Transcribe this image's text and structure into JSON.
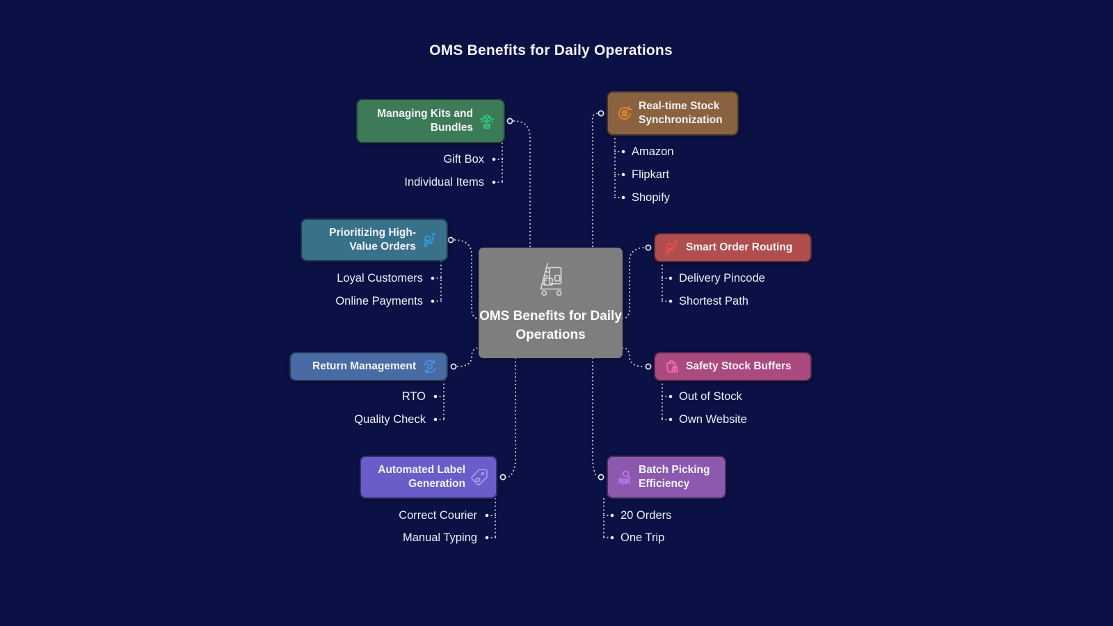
{
  "page": {
    "title": "OMS Benefits for Daily Operations",
    "background": "#0c1145",
    "connector_color": "#d8dce9"
  },
  "center": {
    "label": "OMS Benefits for Daily Operations",
    "icon": "delivery-cart-icon",
    "color": "#7e7e7e"
  },
  "branches": [
    {
      "id": "managing-kits",
      "side": "left",
      "label": "Managing Kits and Bundles",
      "icon": "package-cube-icon",
      "color": "#3d7a58",
      "icon_color": "#2fcf7f",
      "items": [
        "Gift Box",
        "Individual Items"
      ]
    },
    {
      "id": "prioritizing",
      "side": "left",
      "label": "Prioritizing High-Value Orders",
      "icon": "hand-truck-icon",
      "color": "#39708a",
      "icon_color": "#2b9fe0",
      "items": [
        "Loyal Customers",
        "Online Payments"
      ]
    },
    {
      "id": "return-management",
      "side": "left",
      "label": "Return Management",
      "icon": "return-sync-icon",
      "color": "#496ba3",
      "icon_color": "#4a90e8",
      "items": [
        "RTO",
        "Quality Check"
      ]
    },
    {
      "id": "label-generation",
      "side": "left",
      "label": "Automated Label Generation",
      "icon": "label-tag-icon",
      "color": "#6a5cc9",
      "icon_color": "#a79af2",
      "items": [
        "Correct Courier",
        "Manual Typing"
      ]
    },
    {
      "id": "realtime-stock",
      "side": "right",
      "label": "Real-time Stock Synchronization",
      "icon": "sync-store-icon",
      "color": "#8a6240",
      "icon_color": "#e8862b",
      "items": [
        "Amazon",
        "Flipkart",
        "Shopify"
      ]
    },
    {
      "id": "order-routing",
      "side": "right",
      "label": "Smart Order Routing",
      "icon": "hand-truck-icon",
      "color": "#b04e4e",
      "icon_color": "#e4504f",
      "items": [
        "Delivery Pincode",
        "Shortest Path"
      ]
    },
    {
      "id": "safety-stock",
      "side": "right",
      "label": "Safety Stock Buffers",
      "icon": "locked-bag-icon",
      "color": "#ab4a7e",
      "icon_color": "#f268b5",
      "items": [
        "Out of Stock",
        "Own Website"
      ]
    },
    {
      "id": "batch-picking",
      "side": "right",
      "label": "Batch Picking Efficiency",
      "icon": "team-search-icon",
      "color": "#8d59ae",
      "icon_color": "#bf76ee",
      "items": [
        "20 Orders",
        "One Trip"
      ]
    }
  ]
}
